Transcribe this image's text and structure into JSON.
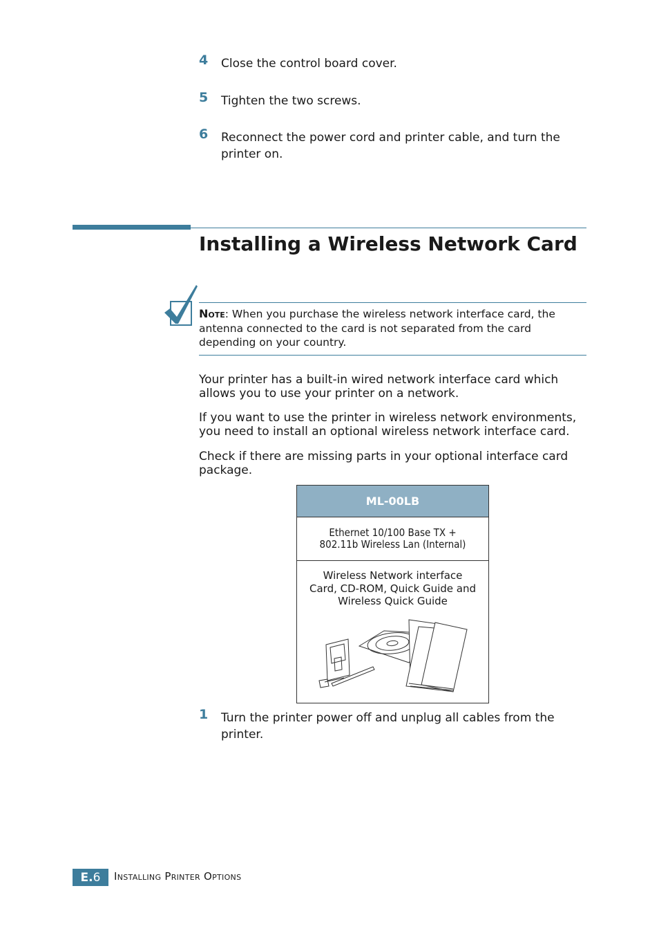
{
  "steps_top": [
    {
      "num": "4",
      "text": "Close the control board cover."
    },
    {
      "num": "5",
      "text": "Tighten the two screws."
    },
    {
      "num": "6",
      "text": "Reconnect the power cord and printer cable, and turn the printer on."
    }
  ],
  "section": {
    "title": "Installing a Wireless Network Card"
  },
  "note": {
    "label": "Note",
    "text": ": When you purchase the wireless network interface card, the antenna connected to the card is not separated from the card depending on your country."
  },
  "paragraphs": [
    "Your printer has a built-in wired network interface card which allows you to use your printer on a network.",
    "If you want to use the printer in wireless network environments, you need to install an optional wireless network interface card.",
    "Check if there are missing parts in your optional interface card package."
  ],
  "parts_table": {
    "header": "ML-00LB",
    "row1_line1": "Ethernet 10/100 Base TX +",
    "row1_line2": "802.11b Wireless Lan (Internal)",
    "row2_line1": "Wireless Network interface",
    "row2_line2": "Card, CD-ROM, Quick Guide and",
    "row2_line3": "Wireless Quick Guide",
    "header_color": "#8fb0c4"
  },
  "steps_bottom": [
    {
      "num": "1",
      "text": "Turn the printer power off and unplug all cables from the printer."
    }
  ],
  "footer": {
    "badge_prefix": "E.",
    "badge_page": "6",
    "title": "Installing Printer Options"
  },
  "accent_color": "#3d7d9c"
}
